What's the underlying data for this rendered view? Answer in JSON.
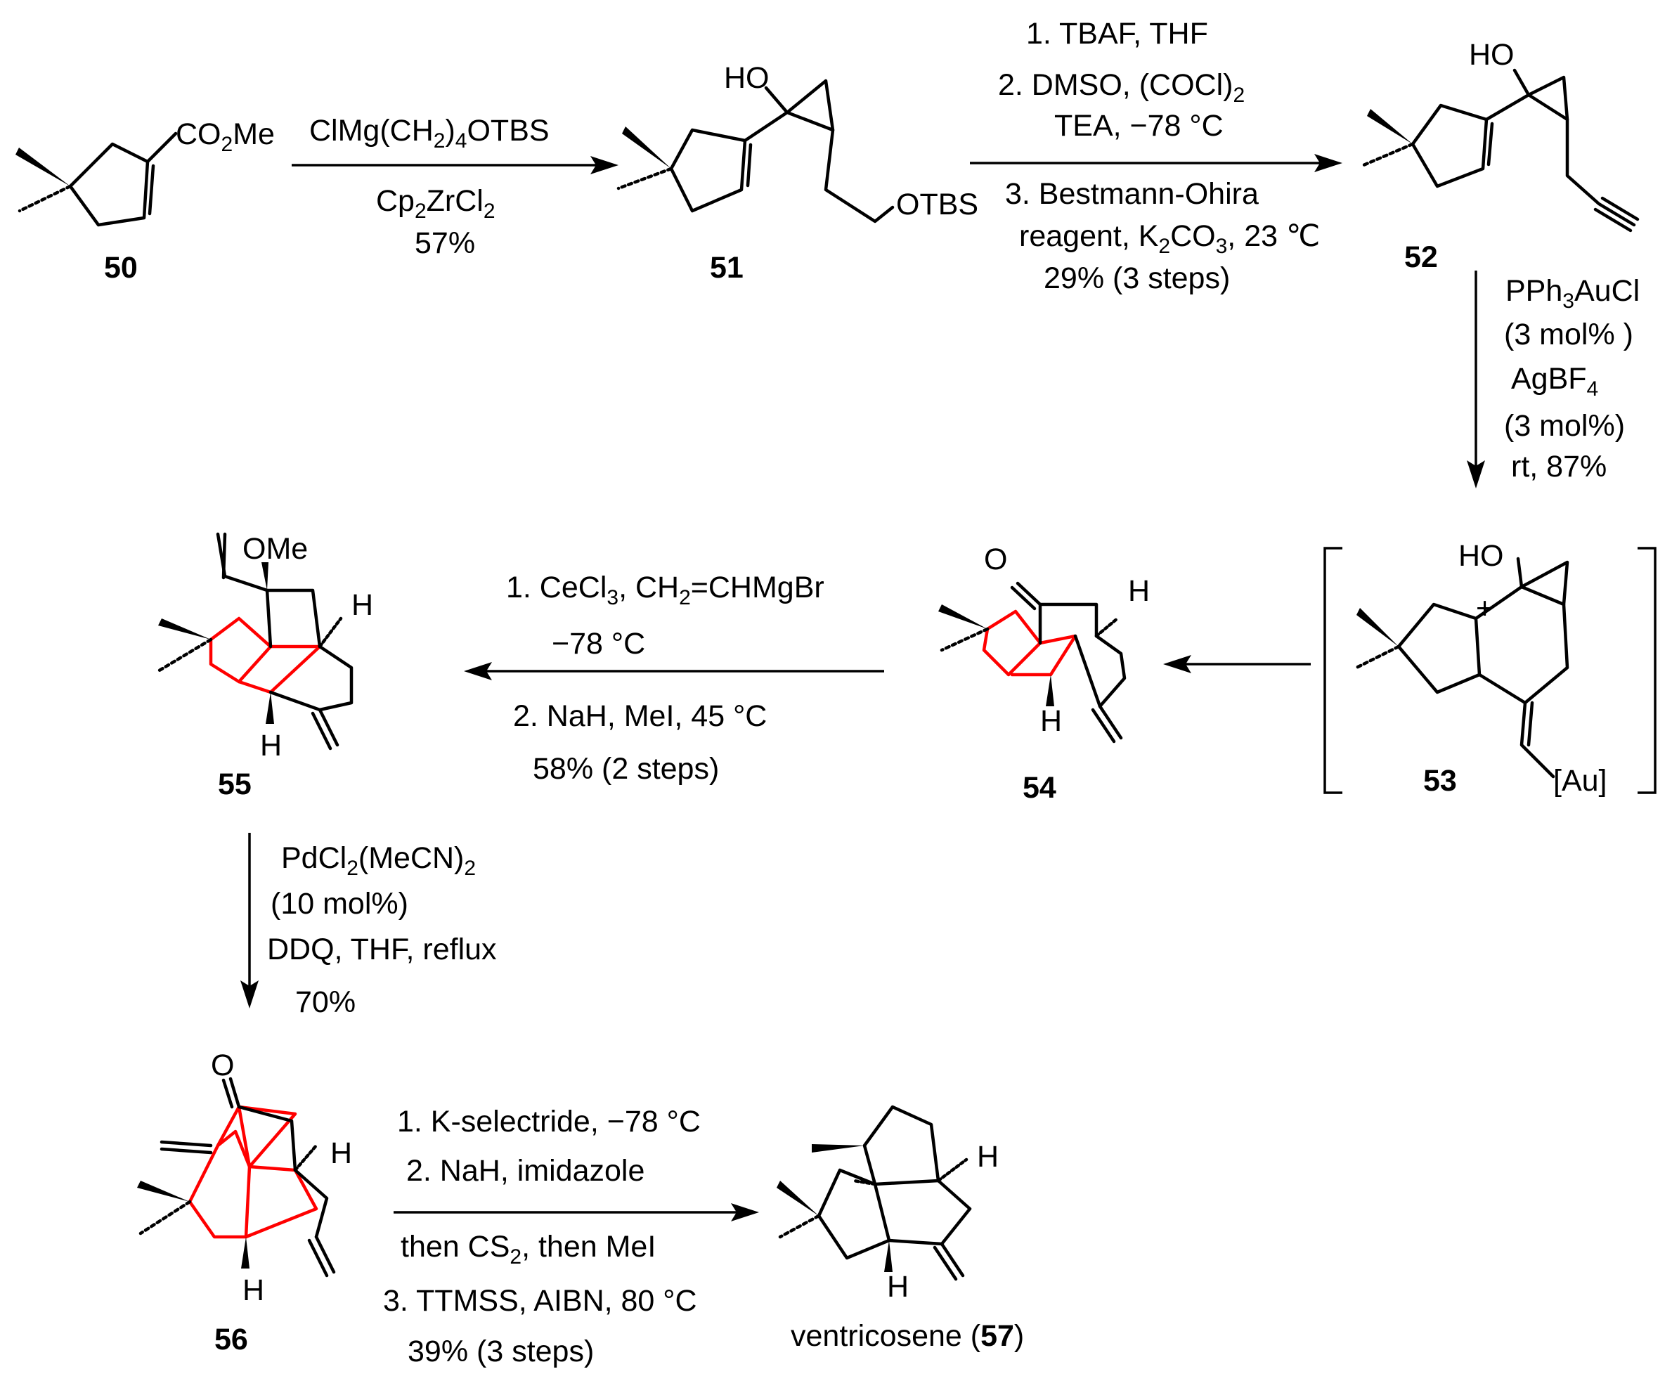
{
  "compounds": {
    "c50": {
      "label": "50",
      "substituent": "CO2Me"
    },
    "c51": {
      "label": "51",
      "oh": "HO",
      "otbs": "OTBS"
    },
    "c52": {
      "label": "52",
      "oh": "HO"
    },
    "c53": {
      "label": "53",
      "oh": "HO",
      "plus": "+",
      "au": "[Au]"
    },
    "c54": {
      "label": "54",
      "o": "O",
      "h1": "H",
      "h2": "H"
    },
    "c55": {
      "label": "55",
      "ome": "OMe",
      "h1": "H",
      "h2": "H"
    },
    "c56": {
      "label": "56",
      "o": "O",
      "h1": "H",
      "h2": "H"
    },
    "c57": {
      "name": "ventricosene (",
      "label": "57",
      "close": ")",
      "h1": "H",
      "h2": "H"
    }
  },
  "steps": {
    "s1": [
      "ClMg(CH2)4OTBS",
      "Cp2ZrCl2",
      "57%"
    ],
    "s2": [
      "1. TBAF,  THF",
      "2. DMSO,  (COCl)2",
      "TEA,  −78 °C",
      "3. Bestmann-Ohira",
      "reagent,  K2CO3,  23 ℃",
      "29% (3 steps)"
    ],
    "s3": [
      "PPh3AuCl",
      "(3 mol% )",
      "AgBF4",
      "(3 mol%)",
      "rt,  87%"
    ],
    "s4": [
      "1. CeCl3,  CH2=CHMgBr",
      "−78 °C",
      "2. NaH,  MeI,  45 °C",
      "58% (2 steps)"
    ],
    "s5": [
      "PdCl2(MeCN)2",
      "(10 mol%)",
      "DDQ,  THF,  reflux",
      "70%"
    ],
    "s6": [
      "1. K-selectride,  −78 °C",
      "2. NaH,  imidazole",
      "then CS2,  then MeI",
      "3. TTMSS,  AIBN,  80 °C",
      "39% (3 steps)"
    ]
  }
}
